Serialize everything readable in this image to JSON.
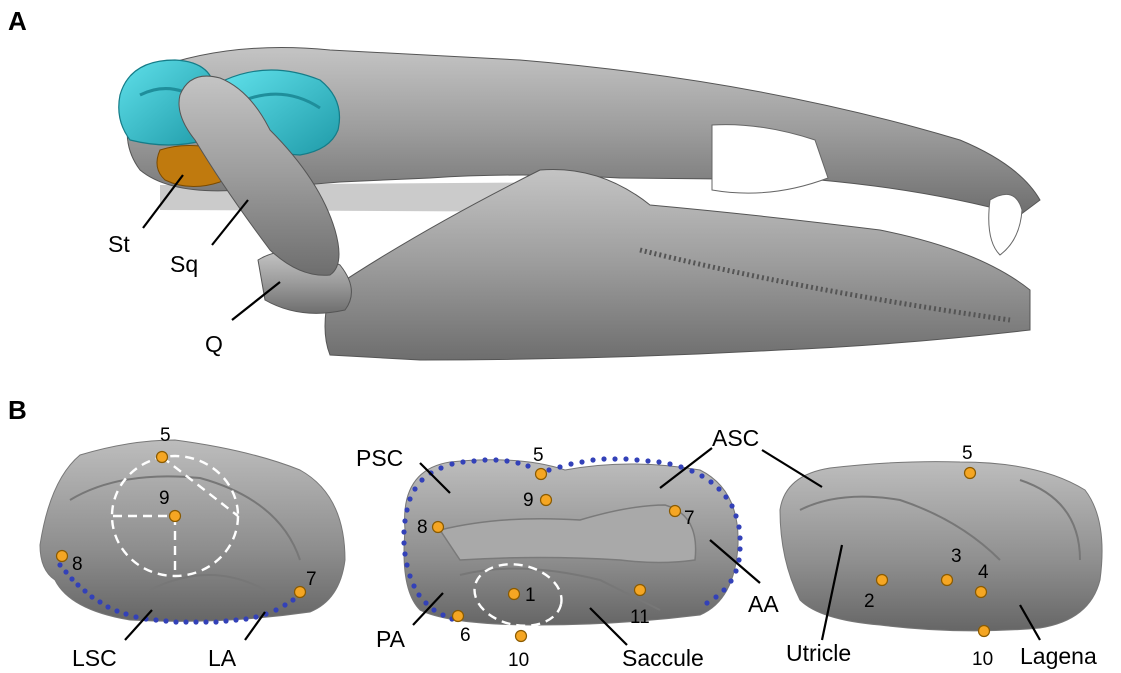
{
  "panels": {
    "a": {
      "letter": "A"
    },
    "b": {
      "letter": "B"
    }
  },
  "skull_labels": {
    "st": "St",
    "sq": "Sq",
    "q": "Q"
  },
  "ear_left": {
    "landmarks": [
      "5",
      "9",
      "8",
      "7"
    ],
    "labels": {
      "lsc": "LSC",
      "la": "LA"
    }
  },
  "ear_middle": {
    "landmarks": [
      "5",
      "9",
      "8",
      "7",
      "1",
      "6",
      "10",
      "11"
    ],
    "labels": {
      "psc": "PSC",
      "asc": "ASC",
      "aa": "AA",
      "pa": "PA",
      "saccule": "Saccule"
    }
  },
  "ear_right": {
    "landmarks": [
      "5",
      "3",
      "4",
      "2",
      "10"
    ],
    "labels": {
      "utricle": "Utricle",
      "lagena": "Lagena"
    }
  },
  "colors": {
    "bone": "#9a9a9a",
    "inner_ear": "#2bb7c4",
    "stapes": "#c07a0e",
    "landmark": "#f5a623",
    "outline_dots": "#3341b8"
  }
}
